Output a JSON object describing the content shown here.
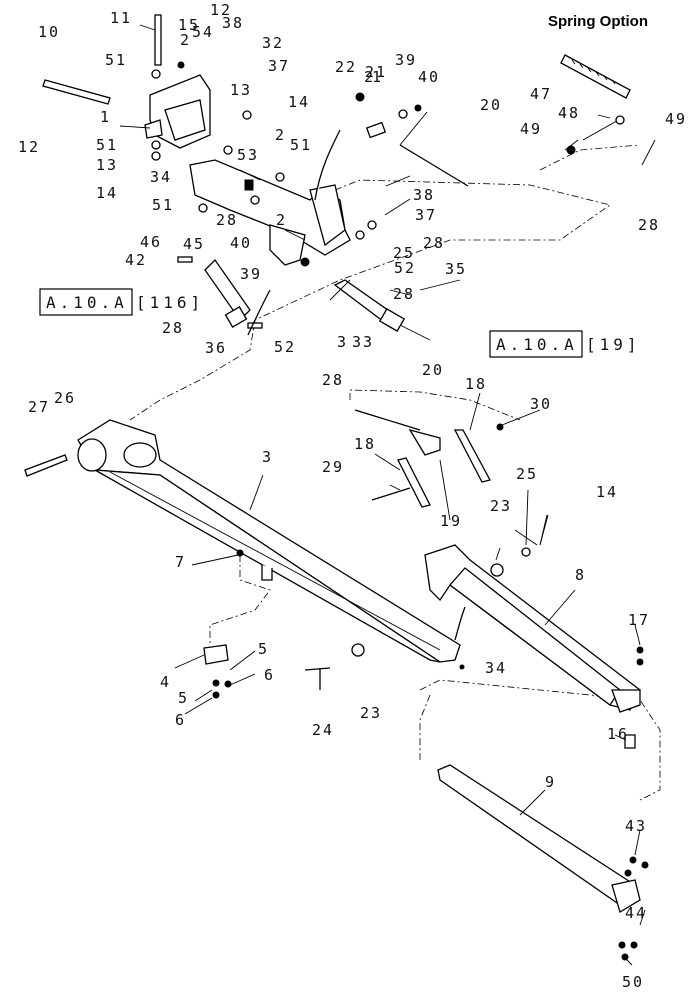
{
  "option_title": "Spring Option",
  "reference_boxes": [
    {
      "box": "A.10.A",
      "suffix": "[116]"
    },
    {
      "box": "A.10.A",
      "suffix": "[19]"
    }
  ],
  "callouts": [
    "1",
    "2",
    "3",
    "4",
    "5",
    "6",
    "7",
    "8",
    "9",
    "10",
    "11",
    "12",
    "13",
    "14",
    "15",
    "16",
    "17",
    "18",
    "19",
    "20",
    "21",
    "22",
    "23",
    "24",
    "25",
    "26",
    "27",
    "28",
    "29",
    "30",
    "32",
    "33",
    "34",
    "35",
    "36",
    "37",
    "38",
    "39",
    "40",
    "42",
    "43",
    "44",
    "45",
    "46",
    "47",
    "48",
    "49",
    "50",
    "51",
    "52",
    "53",
    "54"
  ]
}
